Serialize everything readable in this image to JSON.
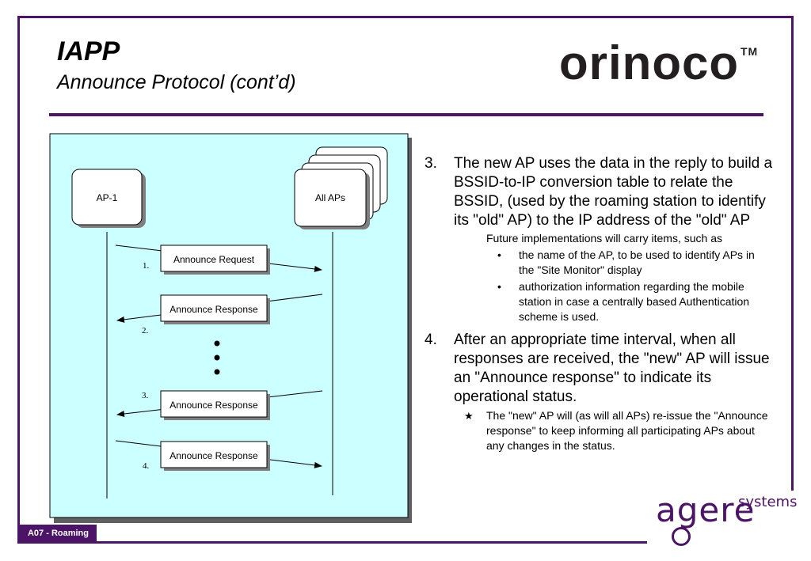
{
  "title": "IAPP",
  "subtitle": "Announce Protocol (cont’d)",
  "logo_text": "orinoco",
  "logo_tm": "TM",
  "footer_tag": "A07 -  Roaming",
  "agere": {
    "word": "agere",
    "systems": "systems"
  },
  "colors": {
    "brand": "#4b1466",
    "diagram_bg": "#ccffff",
    "logo_dot": "#d7262f"
  },
  "diagram": {
    "ap1": "AP-1",
    "all_aps": "All APs",
    "messages": [
      {
        "num": "1.",
        "label": "Announce Request"
      },
      {
        "num": "2.",
        "label": "Announce Response"
      },
      {
        "num": "3.",
        "label": "Announce Response"
      },
      {
        "num": "4.",
        "label": "Announce Response"
      }
    ]
  },
  "steps": [
    {
      "num": "3.",
      "text": "The new AP uses the data in the reply to build a BSSID-to-IP conversion table to relate the BSSID, (used by the roaming station to identify its \"old\" AP) to the IP address of the \"old\" AP",
      "note": "Future implementations will carry items, such as",
      "bullets": [
        "the name of the AP, to be used to identify APs in the \"Site Monitor\" display",
        "authorization information regarding the mobile station in case a centrally based Authentication scheme is used."
      ]
    },
    {
      "num": "4.",
      "text": "After an appropriate time interval, when all responses are received, the \"new\" AP will issue an \"Announce response\" to indicate its operational status.",
      "star": "The \"new\" AP will (as will all APs) re-issue the \"Announce response\" to keep informing all participating APs about any changes in the status."
    }
  ]
}
